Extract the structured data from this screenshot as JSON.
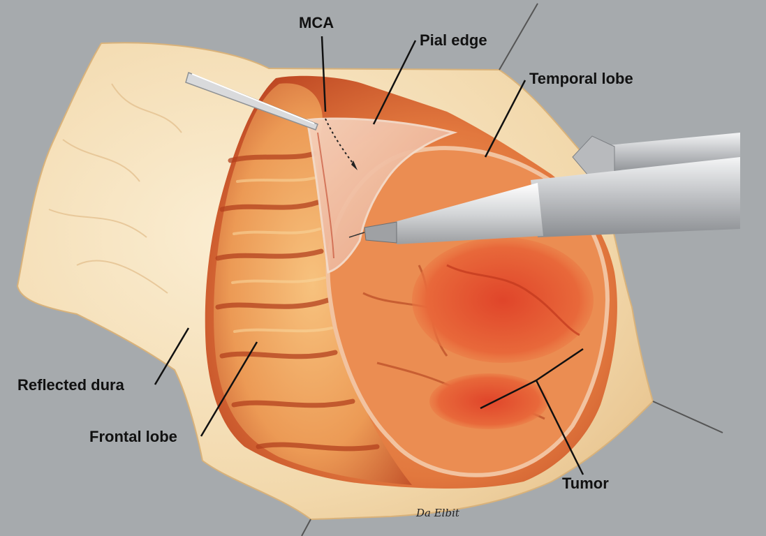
{
  "labels": {
    "mca": "MCA",
    "pial_edge": "Pial edge",
    "temporal_lobe": "Temporal lobe",
    "reflected_dura": "Reflected dura",
    "frontal_lobe": "Frontal lobe",
    "tumor": "Tumor"
  },
  "signature": "Da Elbit",
  "colors": {
    "background": "#a6aaad",
    "dura": "#f4dfb8",
    "cortex": "#e8854f",
    "sulcus": "#a8321c",
    "tumor": "#e0532c",
    "instrument": "#c9cacc"
  }
}
